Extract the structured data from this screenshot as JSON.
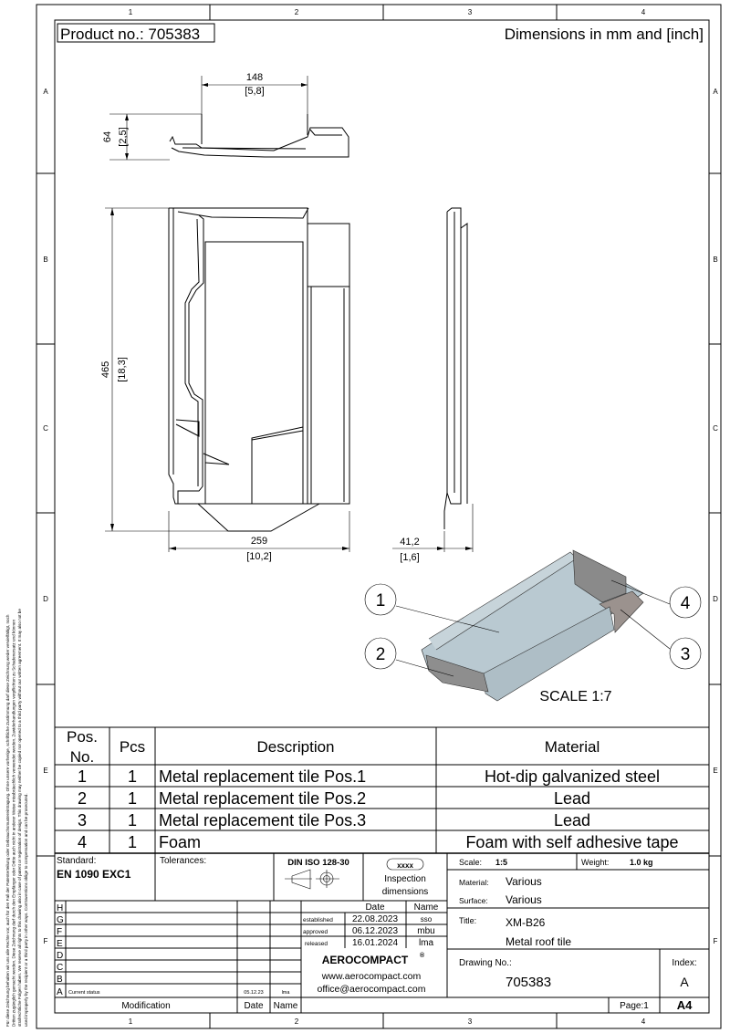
{
  "header": {
    "product_no": "Product no.: 705383",
    "dimensions_note": "Dimensions in mm and [inch]"
  },
  "zones": {
    "columns": [
      "1",
      "2",
      "3",
      "4"
    ],
    "rows": [
      "A",
      "B",
      "C",
      "D",
      "E",
      "F"
    ]
  },
  "copyright": [
    "Für diese Zeichnung behalten wir uns alle Rechte vor, auch für den Fall der Patenterteilung oder Gebrauchsmustereintragung. Ohne unsere vorherige, schriftliche Zustimmung darf diese Zeichnung weder vervielfältigt, noch",
    "Dritten zugänglich gemacht werden. Diese Zeichnung darf durch den Empfänger oder Dritte auch nicht in anderer Weise missbräuchlich verwendet werden. Zuwiderhandlungen verpflichten zu Schadenersatz und können",
    "strafrechtliche Folgen haben. We reserve all rights to this drawing also in case of patent or registration of design. This drawing may neither be copied nor opened to a third party without our written agreement. It may also not be",
    "used improperly by the recipient or a third party in other ways. Contraventions oblige to compensation and can be prosecuted."
  ],
  "dimensions": {
    "top_width": "148",
    "top_width_in": "[5,8]",
    "top_height": "64",
    "top_height_in": "[2,5]",
    "height": "465",
    "height_in": "[18,3]",
    "width": "259",
    "width_in": "[10,2]",
    "depth": "41,2",
    "depth_in": "[1,6]"
  },
  "iso_view": {
    "scale_label": "SCALE 1:7",
    "balloons": [
      "1",
      "2",
      "3",
      "4"
    ],
    "colors": {
      "steel": "#b9c9d1",
      "lead": "#8e8e8e",
      "lead3": "#9b928e",
      "foam": "#8a8a8a"
    }
  },
  "parts_table": {
    "headers": {
      "pos_line1": "Pos.",
      "pos_line2": "No.",
      "pcs": "Pcs",
      "description": "Description",
      "material": "Material"
    },
    "rows": [
      {
        "pos": "1",
        "pcs": "1",
        "description": "Metal replacement tile Pos.1",
        "material": "Hot-dip galvanized steel"
      },
      {
        "pos": "2",
        "pcs": "1",
        "description": "Metal replacement tile Pos.2",
        "material": "Lead"
      },
      {
        "pos": "3",
        "pcs": "1",
        "description": "Metal replacement tile Pos.3",
        "material": "Lead"
      },
      {
        "pos": "4",
        "pcs": "1",
        "description": "Foam",
        "material": "Foam with self adhesive tape"
      }
    ]
  },
  "title_block": {
    "standard_label": "Standard:",
    "standard": "EN 1090 EXC1",
    "tolerances_label": "Tolerances:",
    "din": "DIN ISO 128-30",
    "inspection_badge": "xxxx",
    "inspection_line1": "Inspection",
    "inspection_line2": "dimensions",
    "revision_letters": [
      "H",
      "G",
      "F",
      "E",
      "D",
      "C",
      "B",
      "A"
    ],
    "revision_a": {
      "text": "Current status",
      "date": "05.12.23",
      "name": "lma"
    },
    "modification_label": "Modification",
    "date_label": "Date",
    "name_label": "Name",
    "approvals": [
      {
        "role": "established",
        "date": "22.08.2023",
        "name": "sso"
      },
      {
        "role": "approved",
        "date": "06.12.2023",
        "name": "mbu"
      },
      {
        "role": "released",
        "date": "16.01.2024",
        "name": "lma"
      }
    ],
    "company": "AEROCOMPACT",
    "registered": "®",
    "website": "www.aerocompact.com",
    "email": "office@aerocompact.com",
    "scale_label": "Scale:",
    "scale": "1:5",
    "weight_label": "Weight:",
    "weight": "1.0 kg",
    "material_label": "Material:",
    "material": "Various",
    "surface_label": "Surface:",
    "surface": "Various",
    "title_label": "Title:",
    "title_line1": "XM-B26",
    "title_line2": "Metal roof tile",
    "drawing_no_label": "Drawing No.:",
    "drawing_no": "705383",
    "index_label": "Index:",
    "index": "A",
    "page_label": "Page:1",
    "format": "A4"
  }
}
